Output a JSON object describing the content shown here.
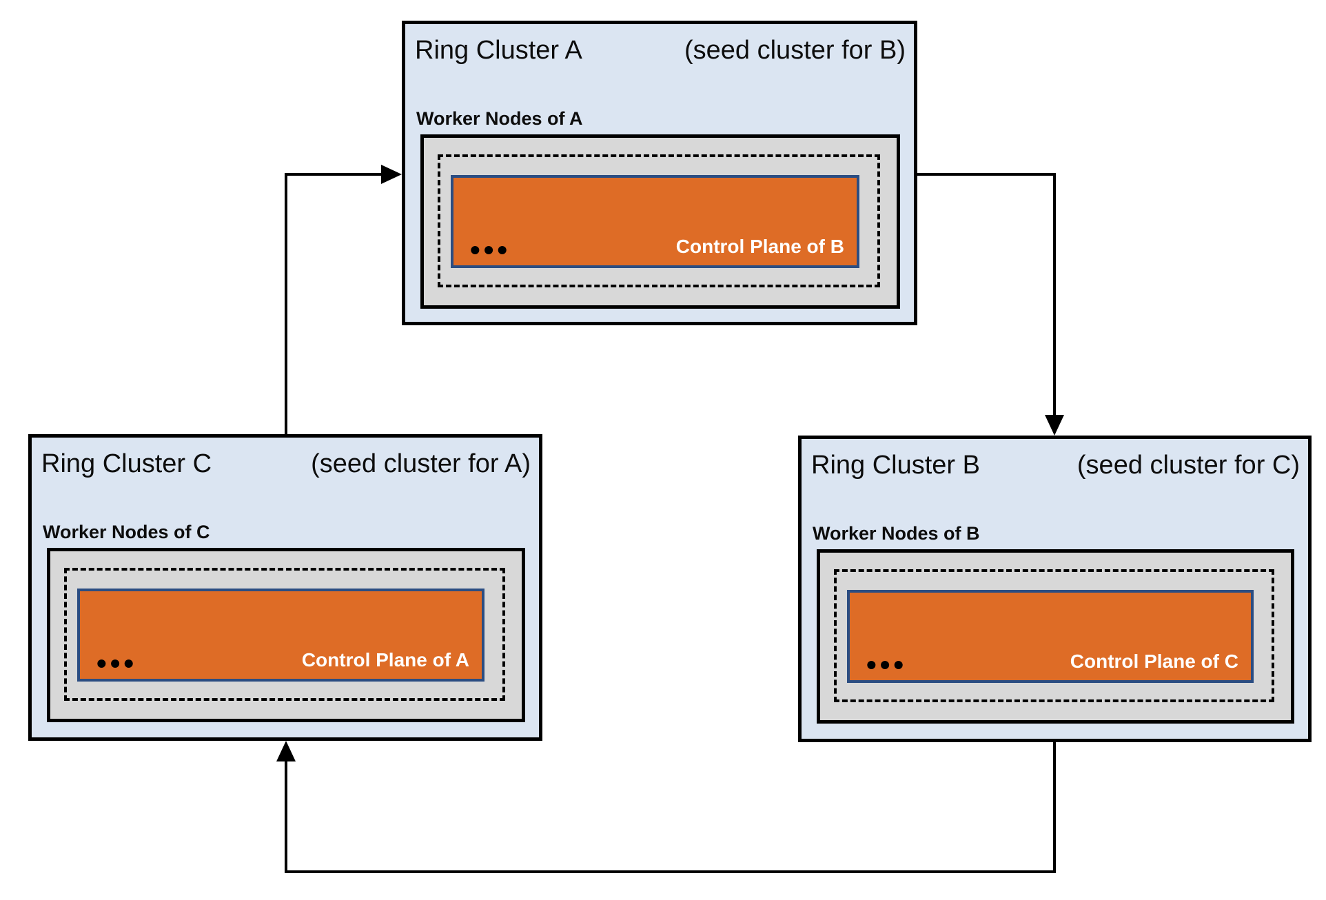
{
  "diagram": {
    "clusters": {
      "a": {
        "title": "Ring Cluster A",
        "annotation": "(seed cluster for B)",
        "worker_label": "Worker Nodes of A",
        "ellipsis": "•••",
        "control_plane_label": "Control Plane of B"
      },
      "b": {
        "title": "Ring Cluster B",
        "annotation": "(seed cluster for C)",
        "worker_label": "Worker Nodes of B",
        "ellipsis": "•••",
        "control_plane_label": "Control Plane of C"
      },
      "c": {
        "title": "Ring Cluster C",
        "annotation": "(seed cluster for A)",
        "worker_label": "Worker Nodes of C",
        "ellipsis": "•••",
        "control_plane_label": "Control Plane of A"
      }
    },
    "colors": {
      "cluster_bg": "#dbe5f2",
      "worker_bg": "#d8d8d8",
      "control_plane_bg": "#de6c26",
      "control_plane_border": "#2b4d82",
      "line": "#000000"
    }
  }
}
